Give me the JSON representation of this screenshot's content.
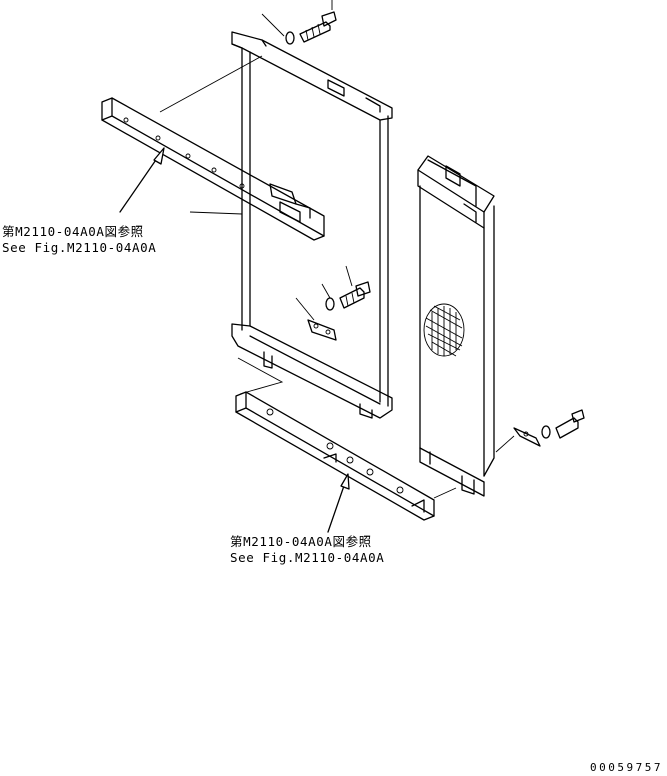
{
  "callouts": {
    "upper": {
      "line1": "第M2110-04A0A図参照",
      "line2": "See Fig.M2110-04A0A"
    },
    "lower": {
      "line1": "第M2110-04A0A図参照",
      "line2": "See Fig.M2110-04A0A"
    }
  },
  "document_number": "00059757"
}
